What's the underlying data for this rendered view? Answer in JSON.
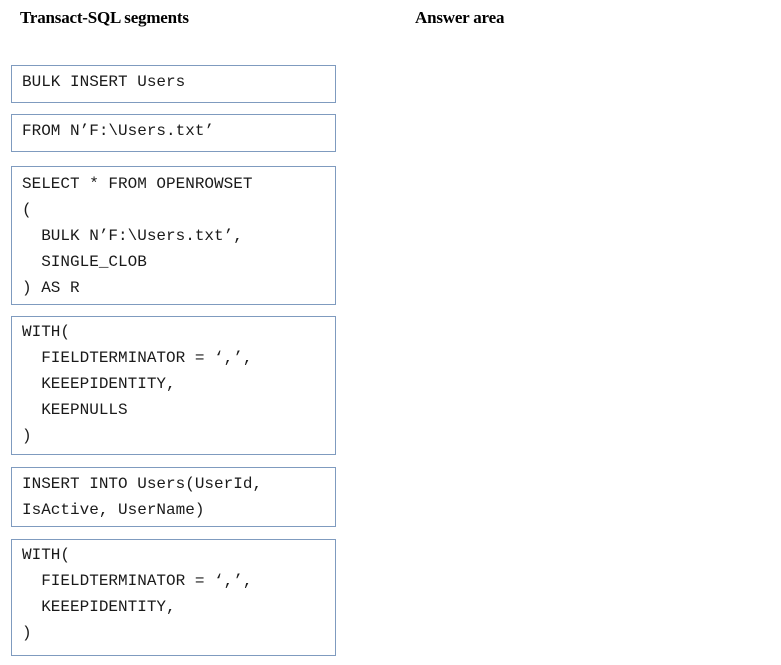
{
  "headings": {
    "segments": "Transact-SQL segments",
    "answer": "Answer area"
  },
  "segments": [
    {
      "lines": [
        "BULK INSERT Users"
      ]
    },
    {
      "lines": [
        "FROM N’F:\\Users.txt’"
      ]
    },
    {
      "lines": [
        "SELECT * FROM OPENROWSET",
        "(",
        "  BULK N’F:\\Users.txt’,",
        "  SINGLE_CLOB",
        ") AS R"
      ]
    },
    {
      "lines": [
        "WITH(",
        "  FIELDTERMINATOR = ‘,’,",
        "  KEEEPIDENTITY,",
        "  KEEPNULLS",
        ")"
      ]
    },
    {
      "lines": [
        "INSERT INTO Users(UserId,",
        "IsActive, UserName)"
      ]
    },
    {
      "lines": [
        "WITH(",
        "  FIELDTERMINATOR = ‘,’,",
        "  KEEEPIDENTITY,",
        ")"
      ]
    }
  ]
}
